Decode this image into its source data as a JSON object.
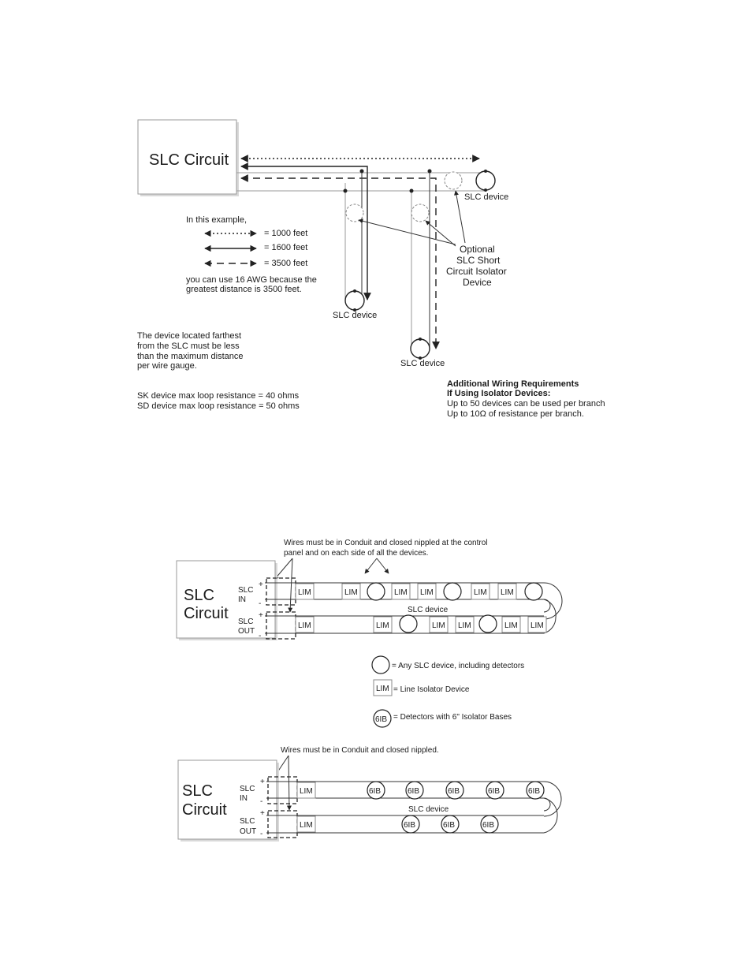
{
  "diagram1": {
    "panel_label": "SLC Circuit",
    "device_top": "SLC device",
    "device_mid": "SLC device",
    "device_low": "SLC device",
    "legend_intro": "In this example,",
    "legend_1000": "= 1000 feet",
    "legend_1600": "= 1600 feet",
    "legend_3500": "= 3500 feet",
    "awg_line1": "you can use 16 AWG because the",
    "awg_line2": "greatest distance is 3500 feet.",
    "isolator_line1": "Optional",
    "isolator_line2": "SLC Short",
    "isolator_line3": "Circuit Isolator",
    "isolator_line4": "Device",
    "farthest_line1": "The device located farthest",
    "farthest_line2": "from the SLC must be less",
    "farthest_line3": "than the maximum distance",
    "farthest_line4": "per wire gauge.",
    "sk_resistance": "SK device max loop resistance = 40 ohms",
    "sd_resistance": "SD device max loop resistance = 50 ohms",
    "req_title1": "Additional Wiring Requirements",
    "req_title2": "If Using Isolator Devices:",
    "req_line1": "Up to 50 devices can be used per branch",
    "req_line2": "Up to 10Ω of resistance per branch."
  },
  "diagram2": {
    "note_line1": "Wires must be in Conduit and closed nippled at the control",
    "note_line2": "panel and on each side of all the devices.",
    "panel_line1": "SLC",
    "panel_line2": "Circuit",
    "in_line1": "SLC",
    "in_line2": "IN",
    "out_line1": "SLC",
    "out_line2": "OUT",
    "plus": "+",
    "minus": "-",
    "lim": "LIM",
    "device_label": "SLC device",
    "legend_device": "= Any SLC device, including detectors",
    "legend_lim": "= Line Isolator Device",
    "legend_6ib": "= Detectors with 6\" Isolator Bases",
    "ib": "6IB"
  },
  "diagram3": {
    "note": "Wires must be in Conduit and closed nippled.",
    "panel_line1": "SLC",
    "panel_line2": "Circuit",
    "in_line1": "SLC",
    "in_line2": "IN",
    "out_line1": "SLC",
    "out_line2": "OUT",
    "plus": "+",
    "minus": "-",
    "lim": "LIM",
    "device_label": "SLC device",
    "ib": "6IB"
  }
}
